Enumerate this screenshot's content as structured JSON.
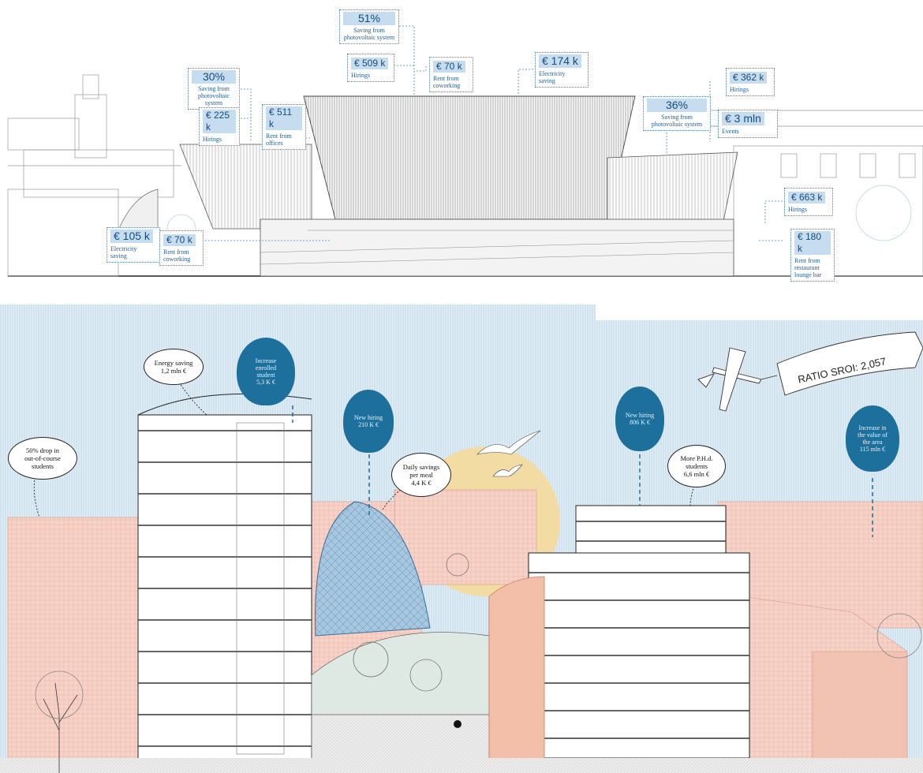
{
  "elevation": {
    "cards": [
      {
        "id": "c1",
        "value": "51%",
        "lines": [
          "Saving from",
          "photovoltaic system"
        ]
      },
      {
        "id": "c2",
        "value": "€ 509 k",
        "lines": [
          "Hirings"
        ]
      },
      {
        "id": "c3",
        "value": "€ 70 k",
        "lines": [
          "Rent from",
          "coworking"
        ]
      },
      {
        "id": "c4",
        "value": "€ 174 k",
        "lines": [
          "Electricity",
          "saving"
        ]
      },
      {
        "id": "c5",
        "value": "30%",
        "lines": [
          "Saving from",
          "photovoltaic",
          "system"
        ]
      },
      {
        "id": "c6",
        "value": "€ 225 k",
        "lines": [
          "Hirings"
        ]
      },
      {
        "id": "c7",
        "value": "€ 511 k",
        "lines": [
          "Rent from",
          "offices"
        ]
      },
      {
        "id": "c8",
        "value": "36%",
        "lines": [
          "Saving from",
          "photovoltaic system"
        ]
      },
      {
        "id": "c9",
        "value": "€ 362 k",
        "lines": [
          "Hirings"
        ]
      },
      {
        "id": "c10",
        "value": "€ 3 mln",
        "lines": [
          "Events"
        ]
      },
      {
        "id": "c11",
        "value": "€ 663 k",
        "lines": [
          "Hirings"
        ]
      },
      {
        "id": "c12",
        "value": "€ 180 k",
        "lines": [
          "Rent from",
          "restaurant",
          "lounge bar"
        ]
      },
      {
        "id": "c13",
        "value": "€ 105 k",
        "lines": [
          "Electricity",
          "saving"
        ]
      },
      {
        "id": "c14",
        "value": "€ 70 k",
        "lines": [
          "Rent from",
          "coworking"
        ]
      }
    ]
  },
  "illustration": {
    "balloons": [
      {
        "id": "b1",
        "lines": [
          "Increase",
          "enrolled",
          "student",
          "5,3 K €"
        ]
      },
      {
        "id": "b2",
        "lines": [
          "New hiring",
          "210 K €"
        ]
      },
      {
        "id": "b3",
        "lines": [
          "New hiring",
          "806 K €"
        ]
      },
      {
        "id": "b4",
        "lines": [
          "Increase in",
          "the value of",
          "the area",
          "115 mln €"
        ]
      }
    ],
    "clouds": [
      {
        "id": "k1",
        "lines": [
          "Energy saving",
          "1,2 mln €"
        ]
      },
      {
        "id": "k2",
        "lines": [
          "50% drop in",
          "out-of-course",
          "students"
        ]
      },
      {
        "id": "k3",
        "lines": [
          "Daily savings",
          "per meal",
          "4,4 K €"
        ]
      },
      {
        "id": "k4",
        "lines": [
          "More P.H.d.",
          "students",
          "6,6 mln €"
        ]
      }
    ],
    "banner": "RATIO SROI: 2,057"
  },
  "colors": {
    "card_border": "#4a84b6",
    "card_value_bg": "#c6dcef",
    "balloon": "#1d6f9c",
    "sky": "#cfe3ee",
    "sun": "#f2d79a",
    "pink_buildings": "#f4c9bd",
    "dome": "#8fb6d6"
  }
}
